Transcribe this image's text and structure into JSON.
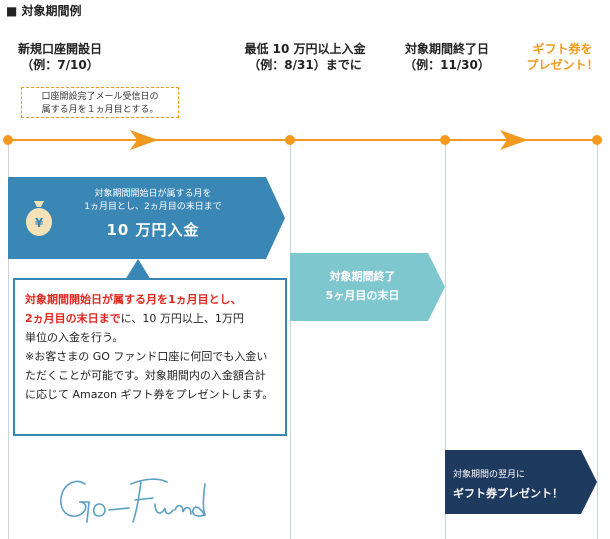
{
  "header": {
    "title": "■ 対象期間例"
  },
  "milestones": [
    {
      "line1": "新規口座開設日",
      "line2": "（例：7/10）"
    },
    {
      "line1": "最低 10 万円以上入金",
      "line2": "（例：8/31）までに"
    },
    {
      "line1": "対象期間終了日",
      "line2": "（例：11/30）"
    },
    {
      "line1": "ギフト券を",
      "line2": "プレゼント！"
    }
  ],
  "note": {
    "line1": "口座開設完了メール受信日の",
    "line2": "属する月を１ヵ月目とする。"
  },
  "step1": {
    "line1": "対象期間開始日が属する月を",
    "line2": "1ヵ月目とし、2ヵ月目の末日まで",
    "amount": "10 万円入金"
  },
  "detail": {
    "red1": "対象期間開始日が属する月を1ヵ月目とし、",
    "red2": "2ヵ月目の末日まで",
    "rest1": "に、10 万円以上、1万円",
    "rest2": "単位の入金を行う。",
    "para2": "※お客さまの GO ファンド口座に何回でも入金いただくことが可能です。対象期間内の入金額合計に応じて Amazon ギフト券をプレゼントします。"
  },
  "step2": {
    "line1": "対象期間終了",
    "line2": "5ヶ月目の末日"
  },
  "step3": {
    "line1": "対象期間の翌月に",
    "line2": "ギフト券プレゼント！"
  },
  "logo": {
    "text": "Go Fund"
  },
  "colors": {
    "orange": "#f29a1f",
    "blue": "#3a86b5",
    "teal": "#7fc7cf",
    "navy": "#1f3a5f",
    "red": "#e0281e"
  }
}
